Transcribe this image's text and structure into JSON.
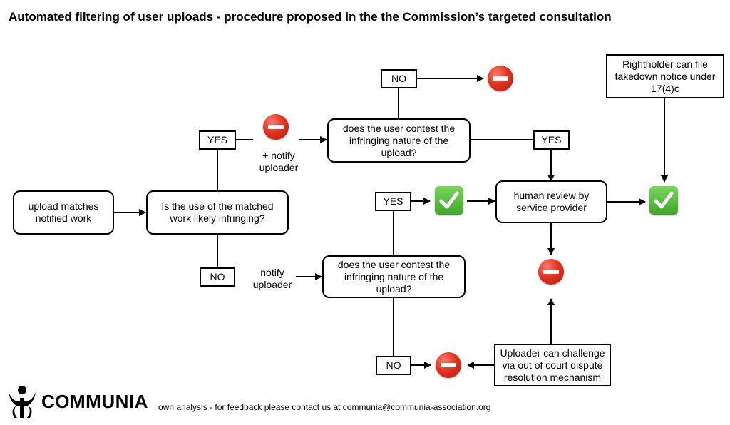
{
  "title": "Automated filtering of user uploads - procedure proposed in the the Commission’s targeted consultation",
  "nodes": {
    "upload_matches": "upload matches notified work",
    "is_infringing": "Is the use of the matched work likely infringing?",
    "yes_top": "YES",
    "no_left": "NO",
    "notify_plus": "+ notify uploader",
    "notify_uploader": "notify uploader",
    "contest_top": "does the user contest the infringing nature of the upload?",
    "no_top": "NO",
    "yes_right": "YES",
    "contest_bottom": "does the user contest the infringing nature of the upload?",
    "yes_mid": "YES",
    "no_bottom": "NO",
    "human_review": "human review by service provider",
    "rightholder": "Rightholder can file takedown notice under 17(4)c",
    "uploader_challenge": "Uploader can challenge via out of court dispute resolution mechanism"
  },
  "footer": {
    "logo_text": "COMMUNIA",
    "note": "own analysis - for feedback please contact us at communia@communia-association.org"
  },
  "icons": {
    "stop": "no-entry-icon",
    "check": "check-mark-icon",
    "logo": "communia-logo-icon"
  },
  "colors": {
    "stop_red": "#e4321e",
    "check_green": "#3ea62a"
  }
}
